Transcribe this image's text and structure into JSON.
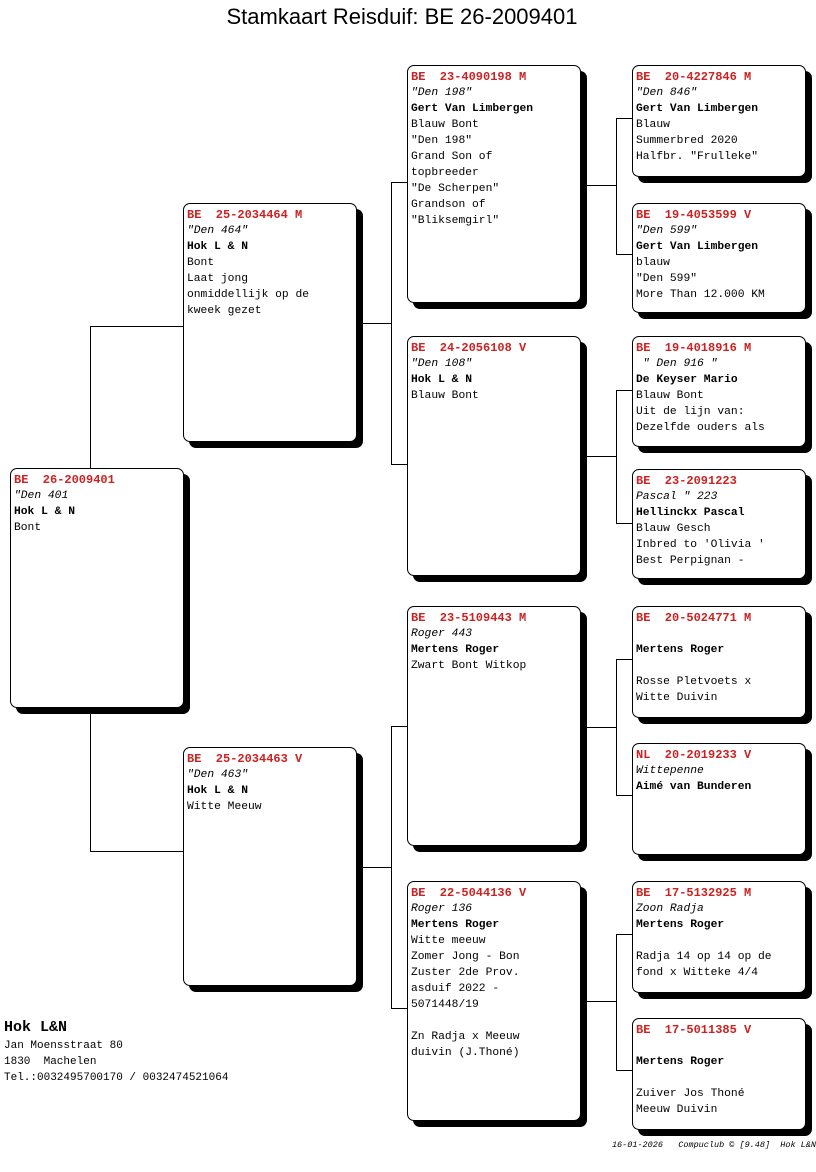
{
  "title": "Stamkaart Reisduif: BE  26-2009401",
  "subject": {
    "ring": "BE  26-2009401",
    "name": "\"Den 401",
    "owner": "Hok L & N",
    "lines": [
      "Bont"
    ]
  },
  "gen2": [
    {
      "ring": "BE  25-2034464 M",
      "name": "\"Den 464\"",
      "owner": "Hok L & N",
      "lines": [
        "Bont",
        "Laat jong",
        "onmiddellijk op de",
        "kweek gezet"
      ]
    },
    {
      "ring": "BE  25-2034463 V",
      "name": "\"Den 463\"",
      "owner": "Hok L & N",
      "lines": [
        "Witte Meeuw"
      ]
    }
  ],
  "gen3": [
    {
      "ring": "BE  23-4090198 M",
      "name": "\"Den 198\"",
      "owner": "Gert Van Limbergen",
      "lines": [
        "Blauw Bont",
        "\"Den 198\"",
        "Grand Son of",
        "topbreeder",
        "\"De Scherpen\"",
        "Grandson of",
        "\"Bliksemgirl\""
      ]
    },
    {
      "ring": "BE  24-2056108 V",
      "name": "\"Den 108\"",
      "owner": "Hok L & N",
      "lines": [
        "Blauw Bont"
      ]
    },
    {
      "ring": "BE  23-5109443 M",
      "name": "Roger 443",
      "owner": "Mertens Roger",
      "lines": [
        "Zwart Bont Witkop"
      ]
    },
    {
      "ring": "BE  22-5044136 V",
      "name": "Roger 136",
      "owner": "Mertens Roger",
      "lines": [
        "Witte meeuw",
        "Zomer Jong - Bon",
        "Zuster 2de Prov.",
        "asduif 2022 -",
        "5071448/19",
        "",
        "Zn Radja x Meeuw",
        "duivin (J.Thoné)"
      ]
    }
  ],
  "gen4": [
    {
      "ring": "BE  20-4227846 M",
      "name": "\"Den 846\"",
      "owner": "Gert Van Limbergen",
      "lines": [
        "Blauw",
        "Summerbred 2020",
        "Halfbr. \"Frulleke\""
      ]
    },
    {
      "ring": "BE  19-4053599 V",
      "name": "\"Den 599\"",
      "owner": "Gert Van Limbergen",
      "lines": [
        "blauw",
        "\"Den 599\"",
        "More Than 12.000 KM"
      ]
    },
    {
      "ring": "BE  19-4018916 M",
      "name": " \" Den 916 \"",
      "owner": "De Keyser Mario",
      "lines": [
        "Blauw Bont",
        "Uit de lijn van:",
        "Dezelfde ouders als"
      ]
    },
    {
      "ring": "BE  23-2091223",
      "name": "Pascal \" 223",
      "owner": "Hellinckx Pascal",
      "lines": [
        "Blauw Gesch",
        "Inbred to 'Olivia '",
        "Best Perpignan -"
      ]
    },
    {
      "ring": "BE  20-5024771 M",
      "name": "",
      "owner": "Mertens Roger",
      "lines": [
        "",
        "Rosse Pletvoets x",
        "Witte Duivin"
      ]
    },
    {
      "ring": "NL  20-2019233 V",
      "name": "Wittepenne",
      "owner": "Aimé van Bunderen",
      "lines": []
    },
    {
      "ring": "BE  17-5132925 M",
      "name": "Zoon Radja",
      "owner": "Mertens Roger",
      "lines": [
        "",
        "Radja 14 op 14 op de",
        "fond x Witteke 4/4"
      ]
    },
    {
      "ring": "BE  17-5011385 V",
      "name": "",
      "owner": "Mertens Roger",
      "lines": [
        "",
        "Zuiver Jos Thoné",
        "Meeuw Duivin"
      ]
    }
  ],
  "loft": {
    "name": "Hok L&N",
    "address": "Jan Moensstraat 80",
    "city": "1830  Machelen",
    "phone": "Tel.:0032495700170 / 0032474521064"
  },
  "footer": "16-01-2026   Compuclub © [9.48]  Hok L&N",
  "colors": {
    "ring": "#cc2222",
    "text": "#000000",
    "background": "#ffffff"
  }
}
